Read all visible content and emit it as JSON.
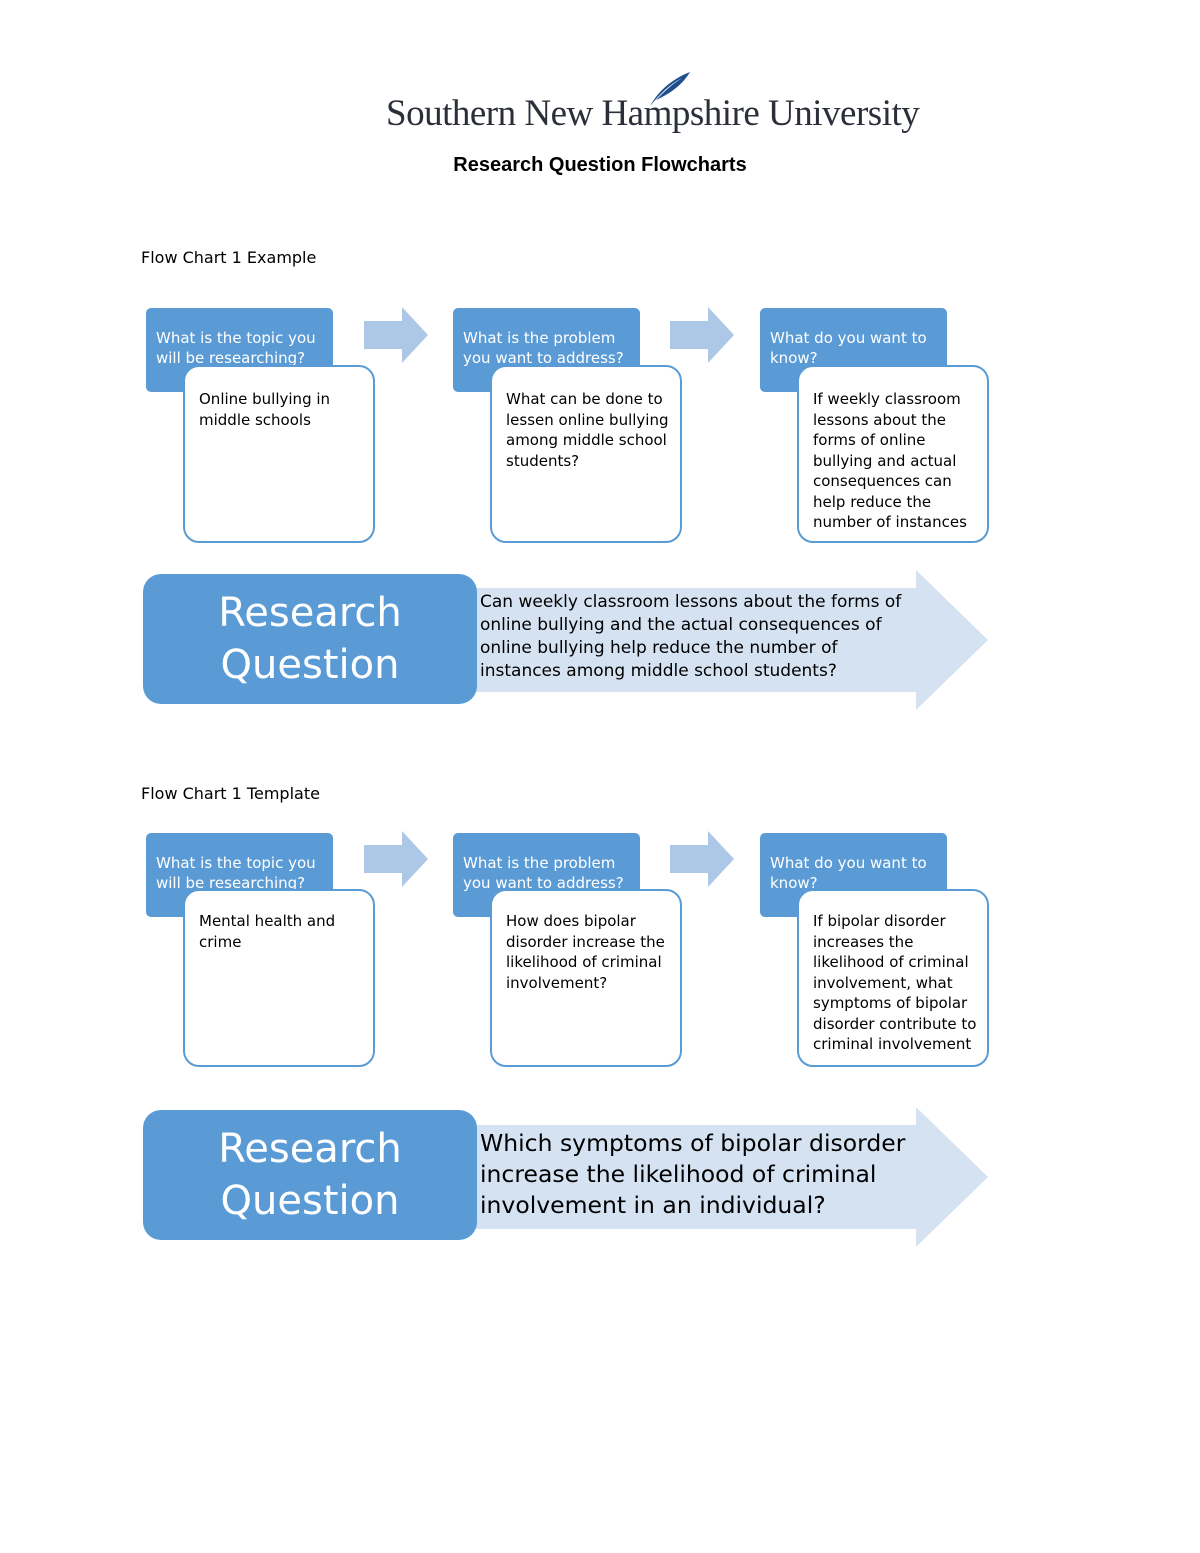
{
  "header": {
    "logo_text": "Southern New Hampshire University",
    "title": "Research Question Flowcharts"
  },
  "colors": {
    "accent": "#5b9bd5",
    "arrow_light": "#adc8e6",
    "big_arrow": "#d5e2f2",
    "logo_dark": "#2b2f3a",
    "feather": "#1f4e8c"
  },
  "charts": [
    {
      "label": "Flow Chart 1 Example",
      "steps": [
        {
          "header": "What is the topic you will be researching?",
          "body": "Online bullying in middle schools"
        },
        {
          "header": "What is the problem you want to address?",
          "body": "What can be done to lessen online bullying among middle school students?"
        },
        {
          "header": "What do you want to know?",
          "body": "If weekly classroom lessons about the forms of online bullying and actual consequences can help reduce the number of instances"
        }
      ],
      "research_question_label": "Research Question",
      "research_question": "Can weekly classroom lessons about the forms of online bullying and the actual consequences of online bullying help reduce the number of instances among middle school students?"
    },
    {
      "label": "Flow Chart 1 Template",
      "steps": [
        {
          "header": "What is the topic you will be researching?",
          "body": "Mental health and crime"
        },
        {
          "header": "What is the problem you want to address?",
          "body": "How does bipolar disorder increase the likelihood of criminal involvement?"
        },
        {
          "header": "What do you want to know?",
          "body": "If bipolar disorder increases the likelihood of criminal involvement, what symptoms of bipolar disorder contribute to criminal involvement"
        }
      ],
      "research_question_label": "Research Question",
      "research_question": "Which symptoms of bipolar disorder increase the likelihood of criminal involvement in an individual?"
    }
  ]
}
